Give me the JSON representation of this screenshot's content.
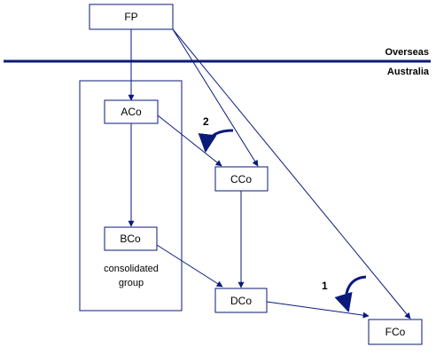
{
  "entities": {
    "fp": "FP",
    "aco": "ACo",
    "bco": "BCo",
    "cco": "CCo",
    "dco": "DCo",
    "fco": "FCo"
  },
  "regions": {
    "overseas": "Overseas",
    "australia": "Australia"
  },
  "group_label_line1": "consolidated",
  "group_label_line2": "group",
  "markers": {
    "one": "1",
    "two": "2"
  },
  "colors": {
    "line": "#0a1a7a",
    "box_border": "#0a1a7a",
    "text": "#000000"
  }
}
